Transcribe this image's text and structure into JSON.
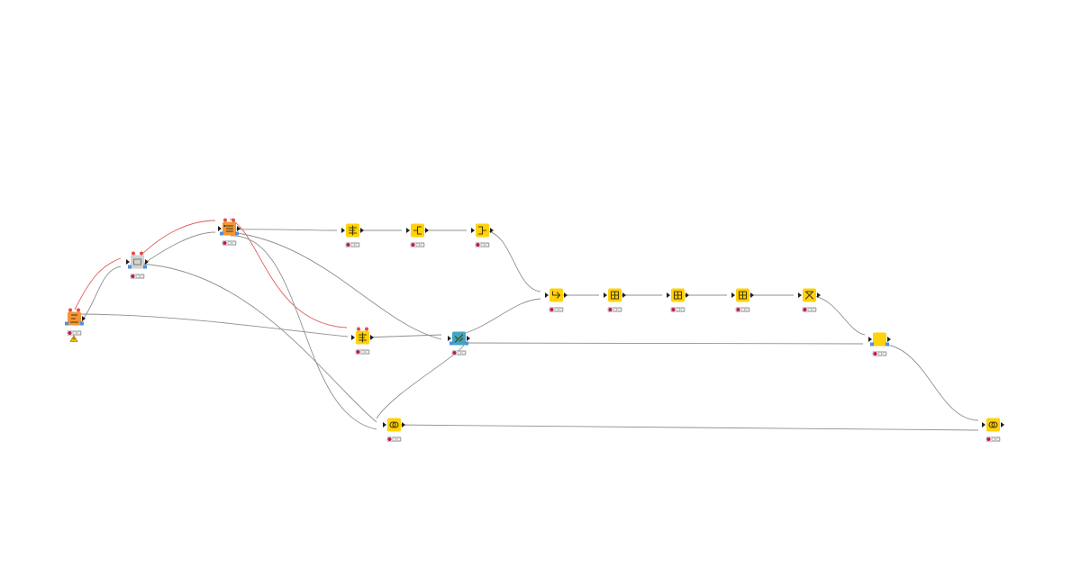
{
  "workflow": {
    "nodes": [
      {
        "id": "n1",
        "kind": "source",
        "icon": "table-reader-icon",
        "color": "#f39536",
        "warning": true
      },
      {
        "id": "n2",
        "kind": "metanode",
        "icon": "metanode-icon",
        "color": "#d2d2d2",
        "warning": false
      },
      {
        "id": "n3",
        "kind": "source",
        "icon": "list-icon",
        "color": "#f39536",
        "warning": false
      },
      {
        "id": "n4",
        "kind": "manipulator",
        "icon": "filter-rows-icon",
        "color": "#ffd20a",
        "warning": false
      },
      {
        "id": "n5",
        "kind": "manipulator",
        "icon": "split-icon",
        "color": "#ffd20a",
        "warning": false
      },
      {
        "id": "n6",
        "kind": "manipulator",
        "icon": "merge-icon",
        "color": "#ffd20a",
        "warning": false
      },
      {
        "id": "n7",
        "kind": "manipulator",
        "icon": "filter-rows-icon",
        "color": "#ffd20a",
        "warning": false
      },
      {
        "id": "n8",
        "kind": "learner",
        "icon": "predictor-icon",
        "color": "#3fa7c4",
        "warning": false
      },
      {
        "id": "n9",
        "kind": "manipulator",
        "icon": "arrow-right-icon",
        "color": "#ffd20a",
        "warning": false
      },
      {
        "id": "n10",
        "kind": "manipulator",
        "icon": "column-icon",
        "color": "#ffd20a",
        "warning": false
      },
      {
        "id": "n11",
        "kind": "manipulator",
        "icon": "column-icon",
        "color": "#ffd20a",
        "warning": false
      },
      {
        "id": "n12",
        "kind": "manipulator",
        "icon": "column-icon",
        "color": "#ffd20a",
        "warning": false
      },
      {
        "id": "n13",
        "kind": "manipulator",
        "icon": "pivot-icon",
        "color": "#ffd20a",
        "warning": false
      },
      {
        "id": "n14",
        "kind": "manipulator",
        "icon": "blank-icon",
        "color": "#ffd20a",
        "warning": false
      },
      {
        "id": "n15",
        "kind": "manipulator",
        "icon": "joiner-icon",
        "color": "#ffd20a",
        "warning": false
      },
      {
        "id": "n16",
        "kind": "manipulator",
        "icon": "joiner-icon",
        "color": "#ffd20a",
        "warning": false
      }
    ],
    "connections": [
      {
        "from": "n1",
        "to": "n2",
        "type": "variable"
      },
      {
        "from": "n1",
        "to": "n2",
        "type": "data"
      },
      {
        "from": "n1",
        "to": "n7",
        "type": "data"
      },
      {
        "from": "n2",
        "to": "n3",
        "type": "variable"
      },
      {
        "from": "n2",
        "to": "n3",
        "type": "data"
      },
      {
        "from": "n2",
        "to": "n15",
        "type": "data"
      },
      {
        "from": "n3",
        "to": "n4",
        "type": "data"
      },
      {
        "from": "n3",
        "to": "n7",
        "type": "variable"
      },
      {
        "from": "n3",
        "to": "n8",
        "type": "data"
      },
      {
        "from": "n3",
        "to": "n15",
        "type": "data"
      },
      {
        "from": "n4",
        "to": "n5",
        "type": "data"
      },
      {
        "from": "n5",
        "to": "n6",
        "type": "data"
      },
      {
        "from": "n6",
        "to": "n9",
        "type": "data"
      },
      {
        "from": "n7",
        "to": "n8",
        "type": "data"
      },
      {
        "from": "n8",
        "to": "n9",
        "type": "data"
      },
      {
        "from": "n8",
        "to": "n14",
        "type": "data"
      },
      {
        "from": "n8",
        "to": "n15",
        "type": "data"
      },
      {
        "from": "n9",
        "to": "n10",
        "type": "data"
      },
      {
        "from": "n10",
        "to": "n11",
        "type": "data"
      },
      {
        "from": "n11",
        "to": "n12",
        "type": "data"
      },
      {
        "from": "n12",
        "to": "n13",
        "type": "data"
      },
      {
        "from": "n13",
        "to": "n14",
        "type": "data"
      },
      {
        "from": "n14",
        "to": "n16",
        "type": "data"
      },
      {
        "from": "n15",
        "to": "n16",
        "type": "data"
      }
    ]
  }
}
